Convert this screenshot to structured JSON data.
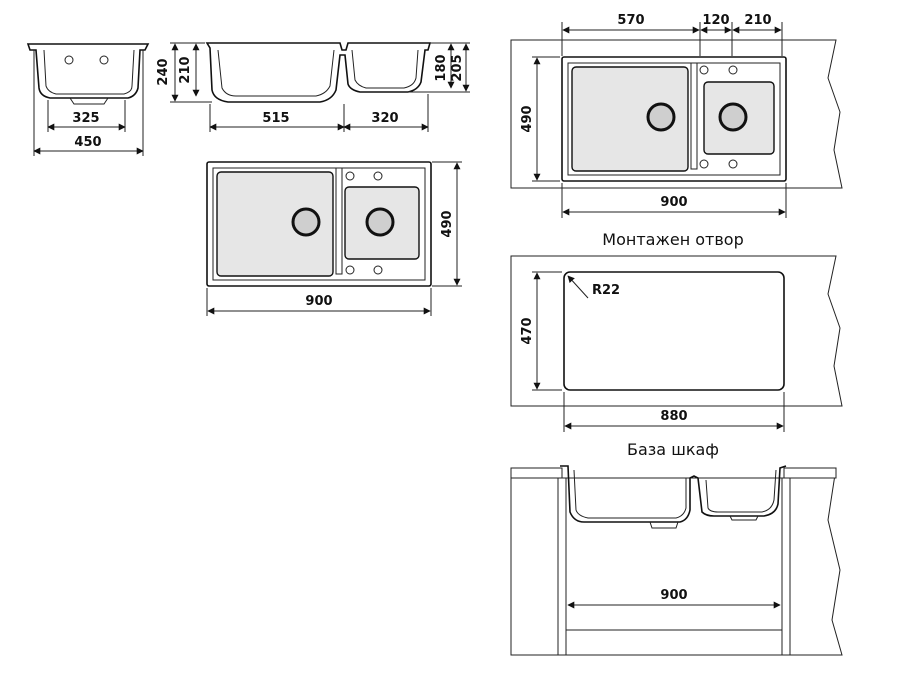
{
  "dimensions": {
    "side_left": {
      "inner_width": "325",
      "outer_width": "450"
    },
    "side_main": {
      "height_total": "240",
      "height_bowl": "210",
      "bowl_large_width": "515",
      "bowl_small_width": "320",
      "height_small": "180",
      "height_small_total": "205"
    },
    "top_view": {
      "width": "900",
      "depth": "490"
    },
    "counter_top": {
      "bowl_large": "570",
      "gap": "120",
      "bowl_small": "210",
      "depth": "490",
      "width": "900"
    },
    "cutout": {
      "radius": "R22",
      "depth": "470",
      "width": "880"
    },
    "cabinet": {
      "width": "900"
    }
  },
  "captions": {
    "cutout": "Монтажен отвор",
    "cabinet": "База шкаф"
  }
}
